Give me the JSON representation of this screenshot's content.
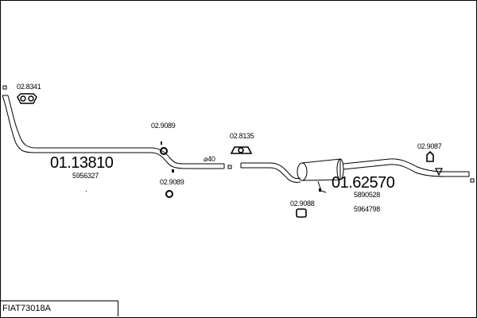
{
  "title": "FIAT73018A",
  "parts": {
    "clamp_front": "02.8341",
    "front_pipe": "01.13810",
    "front_pipe_oe": "5956327",
    "ring_upper": "02.9089",
    "ring_lower": "02.9089",
    "diameter_label": "⌀40",
    "gasket": "02.8135",
    "rubber_mid": "02.9088",
    "rear_silencer": "01.62570",
    "rear_silencer_oe_1": "5890528",
    "rear_silencer_oe_2": "5964798",
    "rubber_rear": "02.9087"
  }
}
